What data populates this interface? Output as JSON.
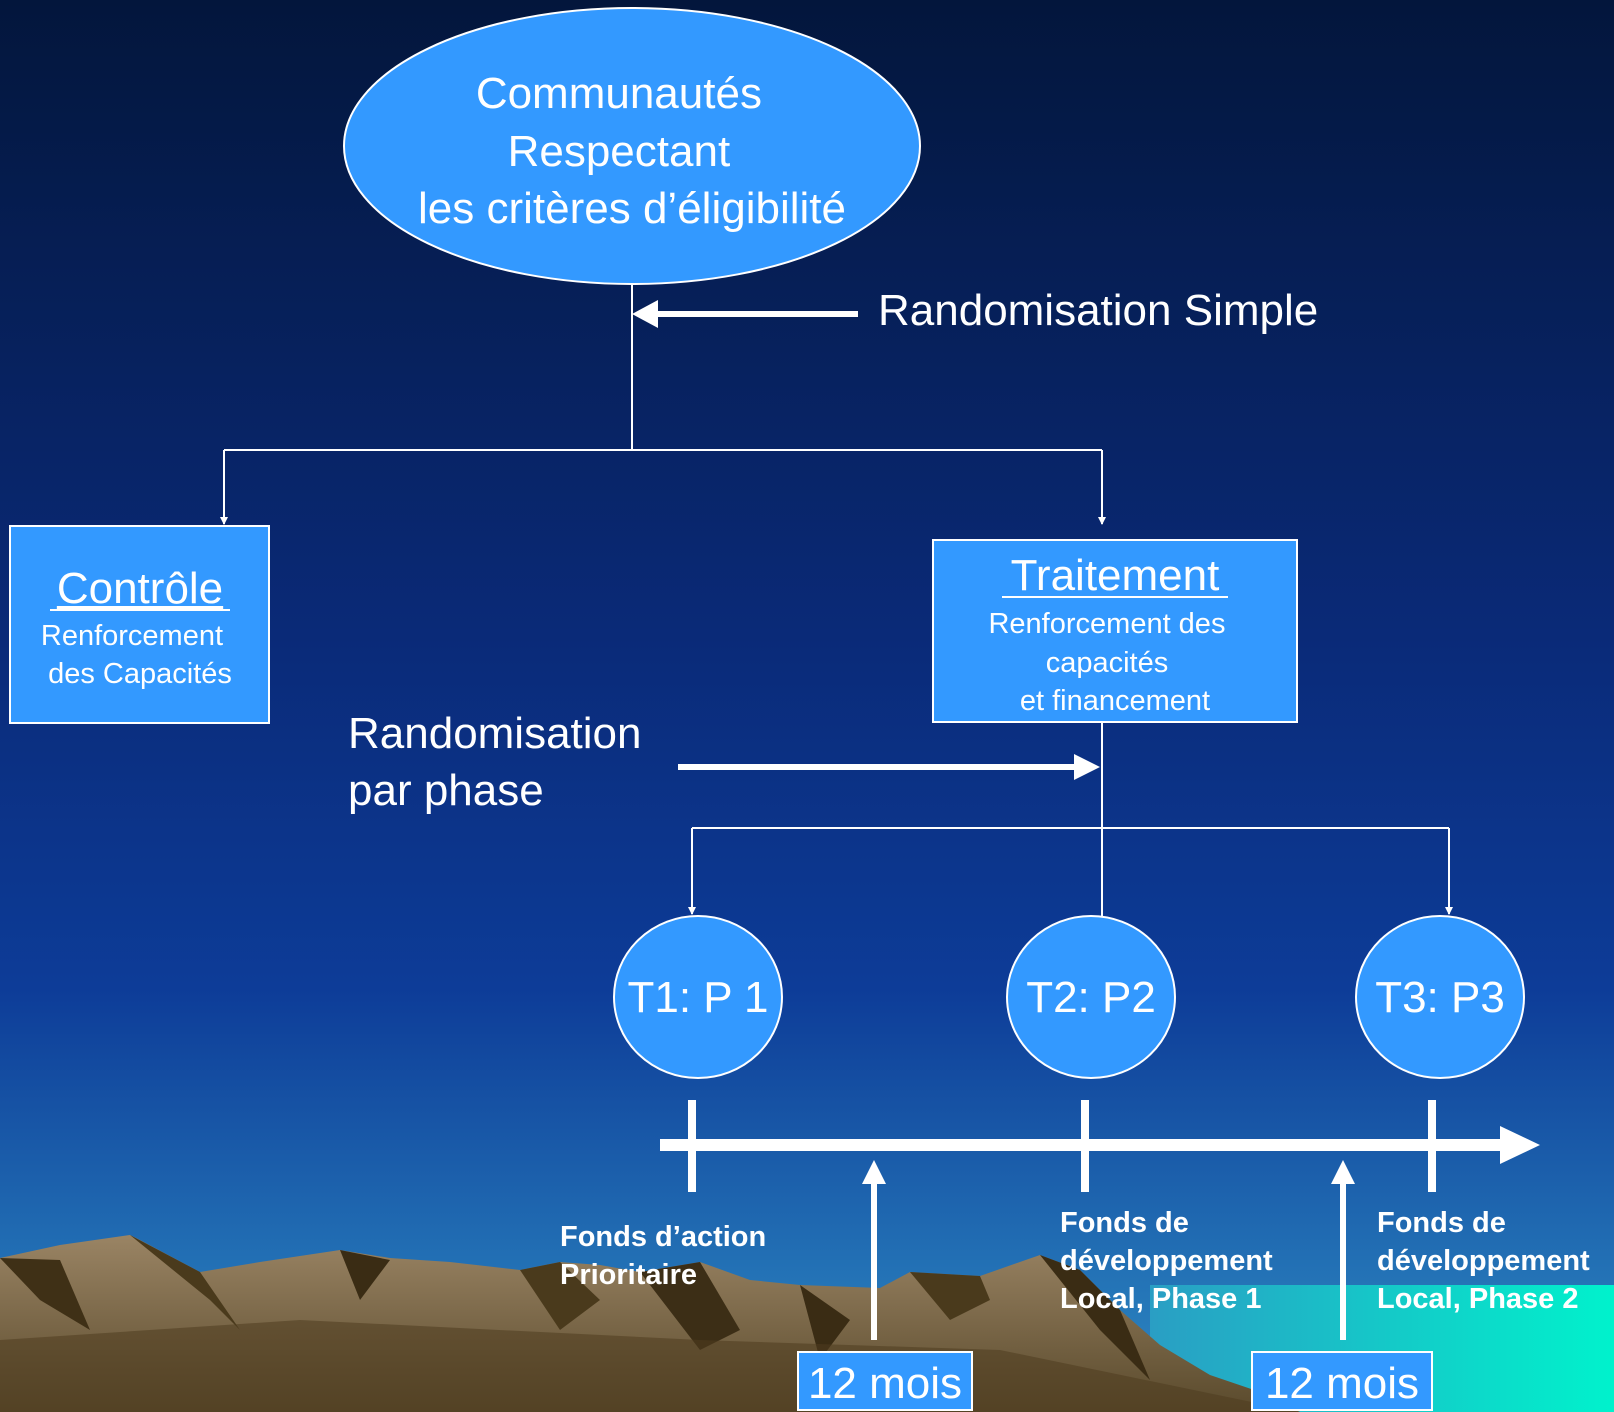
{
  "root": {
    "lines": [
      "Communautés",
      "Respectant",
      "les critères d’éligibilité"
    ]
  },
  "randomisation_simple": "Randomisation Simple",
  "control": {
    "title": "Contrôle",
    "lines": [
      "Renforcement",
      "des Capacités"
    ]
  },
  "treatment": {
    "title": "Traitement",
    "lines": [
      "Renforcement des",
      "capacités",
      "et financement"
    ]
  },
  "randomisation_phase": {
    "lines": [
      "Randomisation",
      "par phase"
    ]
  },
  "phases": [
    "T1: P 1",
    "T2: P2",
    "T3: P3"
  ],
  "funds": {
    "f1": [
      "Fonds d’action",
      "Prioritaire"
    ],
    "f2": [
      "Fonds de",
      "développement",
      "Local, Phase 1"
    ],
    "f3": [
      "Fonds de",
      "développement",
      "Local, Phase 2"
    ]
  },
  "durations": [
    "12 mois",
    "12 mois"
  ],
  "colors": {
    "node_fill": "#3399ff",
    "line": "#ffffff",
    "bg_top": "#041a44",
    "bg_bottom": "#2c86c4"
  }
}
